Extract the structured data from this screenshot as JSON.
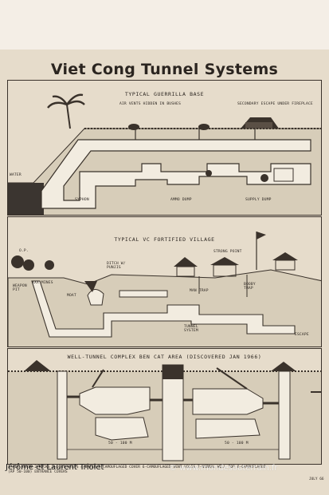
{
  "poster": {
    "title": "Viet Cong Tunnel Systems",
    "date": "JULY 66"
  },
  "sections": [
    {
      "title": "TYPICAL GUERRILLA BASE",
      "labels": {
        "air_vents": "AIR VENTS HIDDEN IN BUSHES",
        "secondary_escape": "SECONDARY ESCAPE UNDER FIREPLACE",
        "water": "WATER",
        "syphon": "SYPHON",
        "ammo_dump": "AMMO DUMP",
        "supply_dump": "SUPPLY DUMP"
      }
    },
    {
      "title": "TYPICAL VC FORTIFIED VILLAGE",
      "labels": {
        "op": "O.P.",
        "weapon_pit": "WEAPON PIT",
        "mines": "XXX MINES",
        "moat": "MOAT",
        "ditch": "DITCH W/ PUNJIS",
        "strong_point": "STRONG POINT",
        "man_trap": "MAN TRAP",
        "booby_trap": "BOOBY TRAP",
        "tunnel_system": "TUNNEL SYSTEM",
        "escape": "ESCAPE"
      }
    },
    {
      "title": "WELL-TUNNEL COMPLEX  BEN CAT AREA (DISCOVERED JAN 1966)",
      "labels": {
        "dist_a": "50 - 100 M",
        "dist_b": "50 - 100 M"
      }
    }
  ],
  "legend": {
    "line1": "1-AIR VENTS  2-ROCKS  3-DIRT STEPS  4-WATER  5-CAMOUFLAGED COVER  6-CAMOUFLAGED VENT HOLES  7-NORMAL WELL TOP  8-CAMOUFLAGED",
    "line2": "(AP 50-100)                                                                           ENTRANCE COVERS"
  },
  "credit": "Jérôme et Laurent Triolet",
  "watermark": "© www.mondesouterrain.fr"
}
